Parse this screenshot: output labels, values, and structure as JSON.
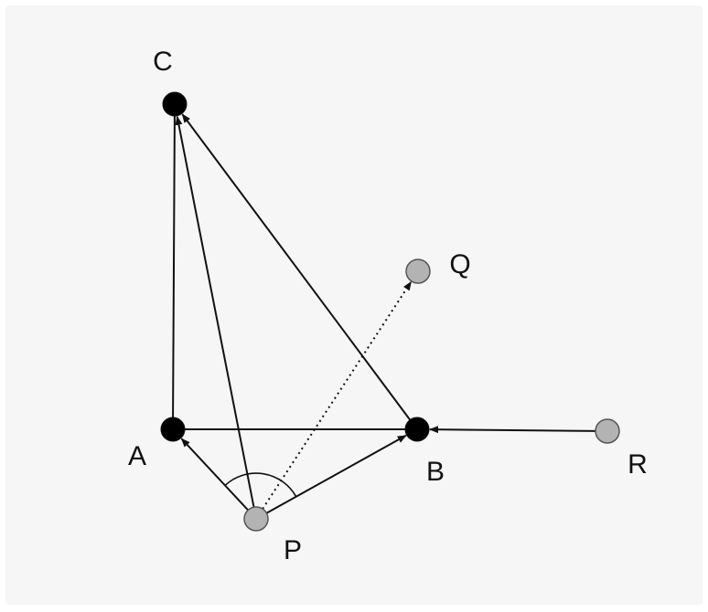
{
  "colors": {
    "background": "#f6f6f6",
    "line": "#111111",
    "point_black": "#000000",
    "point_gray": "#b3b3b3"
  },
  "points": {
    "A": {
      "label": "A",
      "fill": "black"
    },
    "B": {
      "label": "B",
      "fill": "black"
    },
    "C": {
      "label": "C",
      "fill": "black"
    },
    "P": {
      "label": "P",
      "fill": "gray"
    },
    "Q": {
      "label": "Q",
      "fill": "gray"
    },
    "R": {
      "label": "R",
      "fill": "gray"
    }
  },
  "edges": [
    {
      "from": "A",
      "to": "B",
      "style": "solid",
      "arrow": false
    },
    {
      "from": "A",
      "to": "C",
      "style": "solid",
      "arrow": false
    },
    {
      "from": "B",
      "to": "C",
      "style": "solid",
      "arrow": true
    },
    {
      "from": "P",
      "to": "C",
      "style": "solid",
      "arrow": true
    },
    {
      "from": "P",
      "to": "A",
      "style": "solid",
      "arrow": true
    },
    {
      "from": "P",
      "to": "B",
      "style": "solid",
      "arrow": true
    },
    {
      "from": "P",
      "to": "Q",
      "style": "dotted",
      "arrow": true
    },
    {
      "from": "R",
      "to": "B",
      "style": "solid",
      "arrow": true
    }
  ],
  "angle_mark": {
    "vertex": "P",
    "between": [
      "A",
      "B"
    ]
  }
}
